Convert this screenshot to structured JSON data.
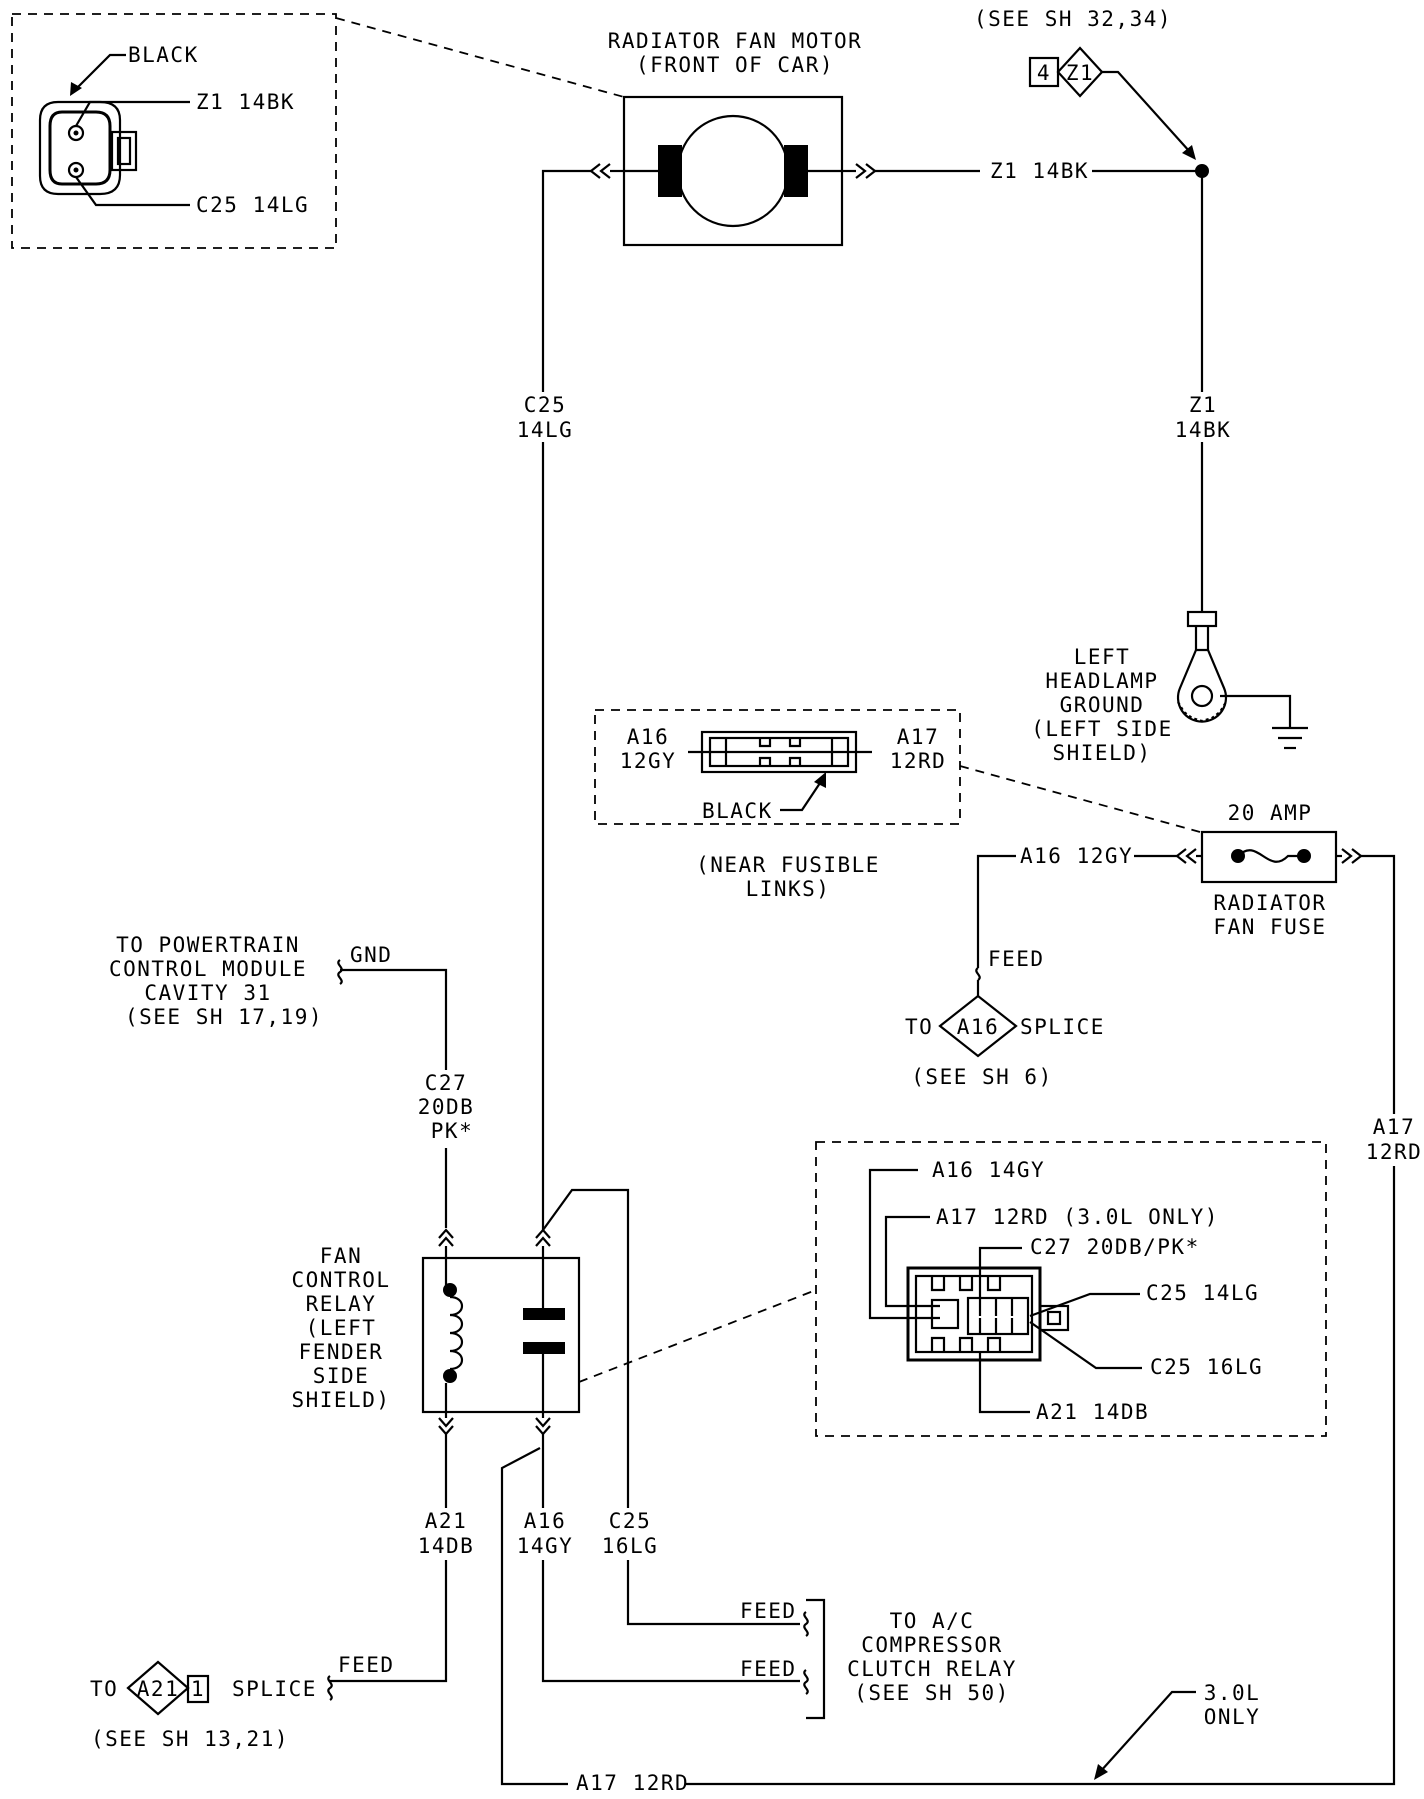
{
  "diagram": {
    "connector_top": {
      "color_label": "BLACK",
      "pin_a": "Z1 14BK",
      "pin_b": "C25 14LG"
    },
    "fan_motor": {
      "title_line1": "RADIATOR FAN MOTOR",
      "title_line2": "(FRONT OF CAR)"
    },
    "ground_ref": {
      "see_sheet": "(SEE SH 32,34)",
      "tag_num": "4",
      "tag_label": "Z1"
    },
    "wire_z1_motor": "Z1 14BK",
    "wire_c25_vertical": {
      "line1": "C25",
      "line2": "14LG"
    },
    "wire_z1_vertical": {
      "line1": "Z1",
      "line2": "14BK"
    },
    "headlamp_ground": {
      "line1": "LEFT",
      "line2": "HEADLAMP",
      "line3": "GROUND",
      "line4": "(LEFT SIDE",
      "line5": "SHIELD)"
    },
    "fusible_connector": {
      "left_line1": "A16",
      "left_line2": "12GY",
      "right_line1": "A17",
      "right_line2": "12RD",
      "color_label": "BLACK",
      "note_line1": "(NEAR FUSIBLE",
      "note_line2": "LINKS)"
    },
    "fuse": {
      "rating": "20 AMP",
      "name_line1": "RADIATOR",
      "name_line2": "FAN FUSE",
      "input_wire": "A16 12GY"
    },
    "a16_splice": {
      "feed": "FEED",
      "to": "TO",
      "tag": "A16",
      "splice": "SPLICE",
      "see_sheet": "(SEE SH 6)"
    },
    "wire_a17_vertical": {
      "line1": "A17",
      "line2": "12RD"
    },
    "pcm": {
      "line1": "TO POWERTRAIN",
      "line2": "CONTROL MODULE",
      "line3": "CAVITY 31",
      "line4": "(SEE SH 17,19)",
      "gnd": "GND"
    },
    "wire_c27": {
      "line1": "C27",
      "line2": "20DB",
      "line3": "PK*"
    },
    "relay": {
      "line1": "FAN",
      "line2": "CONTROL",
      "line3": "RELAY",
      "line4": "(LEFT",
      "line5": "FENDER",
      "line6": "SIDE",
      "line7": "SHIELD)"
    },
    "relay_connector": {
      "pin_a16": "A16 14GY",
      "pin_a17": "A17 12RD (3.0L ONLY)",
      "pin_c27": "C27 20DB/PK*",
      "pin_c25_14": "C25 14LG",
      "pin_c25_16": "C25 16LG",
      "pin_a21": "A21 14DB"
    },
    "wire_a21": {
      "line1": "A21",
      "line2": "14DB"
    },
    "wire_a16_relay": {
      "line1": "A16",
      "line2": "14GY"
    },
    "wire_c25_relay": {
      "line1": "C25",
      "line2": "16LG"
    },
    "ac_relay": {
      "feed_top": "FEED",
      "feed_bottom": "FEED",
      "line1": "TO A/C",
      "line2": "COMPRESSOR",
      "line3": "CLUTCH RELAY",
      "line4": "(SEE SH 50)"
    },
    "a21_splice": {
      "to": "TO",
      "tag": "A21",
      "tag_num": "1",
      "splice": "SPLICE",
      "feed": "FEED",
      "see_sheet": "(SEE SH 13,21)"
    },
    "engine_note": {
      "line1": "3.0L",
      "line2": "ONLY"
    },
    "wire_a17_bottom": "A17 12RD"
  }
}
